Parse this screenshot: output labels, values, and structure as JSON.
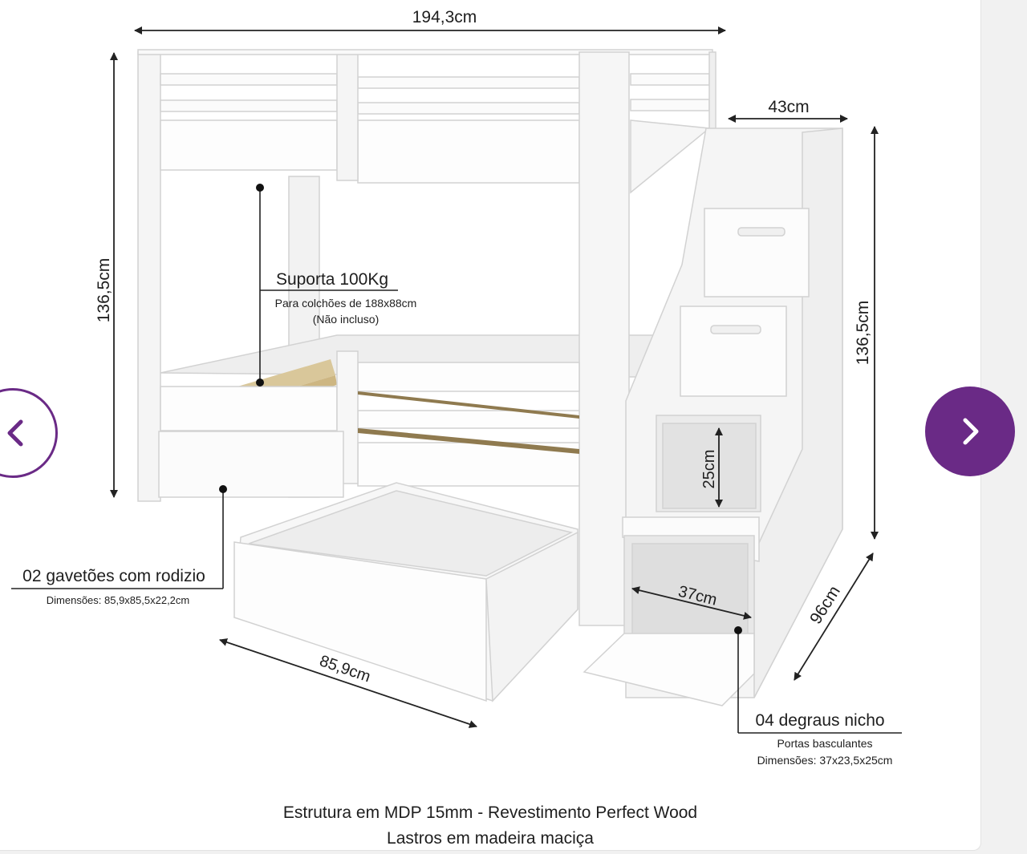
{
  "viewer": {
    "prev_icon": "chevron-left-icon",
    "next_icon": "chevron-right-icon",
    "accent_color": "#6a2a86"
  },
  "figure": {
    "width_label": "194,3cm",
    "height_left_label": "136,5cm",
    "stair_width_label": "43cm",
    "height_right_label": "136,5cm",
    "stair_depth_label": "96cm",
    "niche_height_label": "25cm",
    "niche_width_label": "37cm",
    "drawer_width_label": "85,9cm",
    "support": {
      "title": "Suporta 100Kg",
      "line1": "Para colchões de 188x88cm",
      "line2": "(Não incluso)"
    },
    "drawers": {
      "title": "02 gavetões com rodizio",
      "dims": "Dimensões: 85,9x85,5x22,2cm"
    },
    "steps": {
      "title": "04 degraus nicho",
      "line1": "Portas basculantes",
      "dims": "Dimensões: 37x23,5x25cm"
    },
    "caption_line1": "Estrutura em MDP 15mm - Revestimento Perfect Wood",
    "caption_line2": "Lastros em madeira maciça"
  }
}
